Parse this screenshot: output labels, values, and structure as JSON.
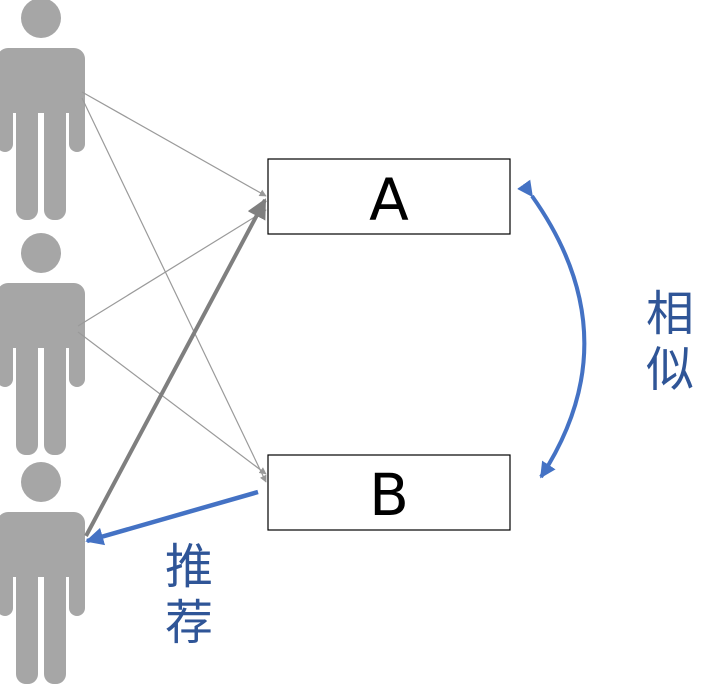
{
  "items": {
    "a": "A",
    "b": "B"
  },
  "relations": {
    "similar": "相似",
    "recommend": "推荐"
  },
  "colors": {
    "person": "#a6a6a6",
    "thin_link": "#9a9a9a",
    "strong_link": "#7f7f7f",
    "accent": "#4472c4",
    "accent_text": "#2f5597"
  }
}
